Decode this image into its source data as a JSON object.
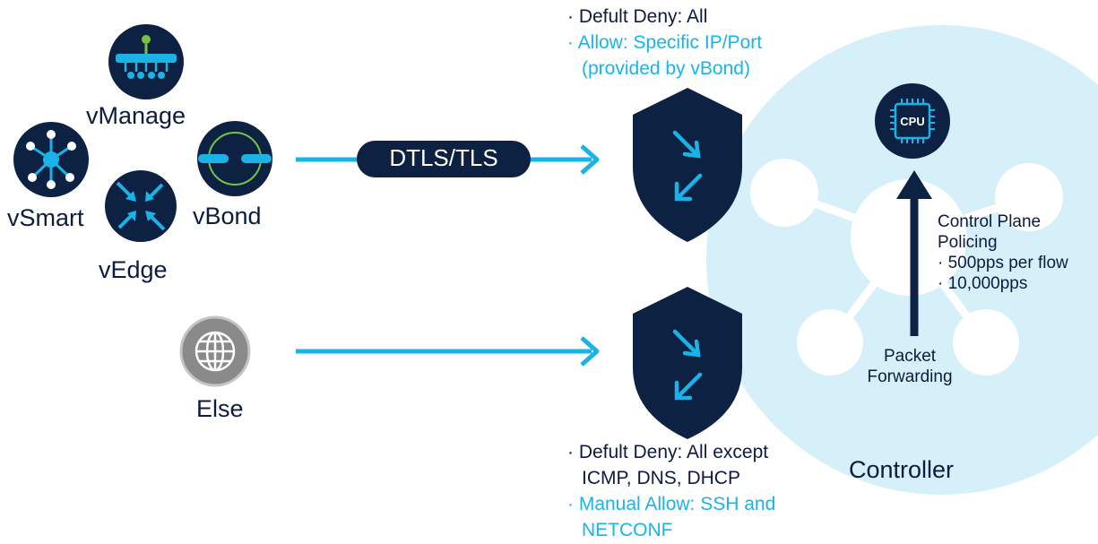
{
  "colors": {
    "navy": "#0d2143",
    "accent": "#1ab3e8",
    "controller_fill": "#d6f0fa",
    "else_icon": "#8a8a8a"
  },
  "nodes": {
    "vmanage": {
      "label": "vManage",
      "icon": "network-switch-icon"
    },
    "vsmart": {
      "label": "vSmart",
      "icon": "hub-nodes-icon"
    },
    "vbond": {
      "label": "vBond",
      "icon": "link-ring-icon"
    },
    "vedge": {
      "label": "vEdge",
      "icon": "router-arrows-icon"
    },
    "else": {
      "label": "Else",
      "icon": "globe-icon"
    }
  },
  "connection": {
    "protocol_label": "DTLS/TLS"
  },
  "top_policy": {
    "line1": "· Defult Deny: All",
    "line2": "· Allow: Specific IP/Port",
    "line3": "(provided by vBond)"
  },
  "bottom_policy": {
    "line1": "· Defult Deny: All except",
    "line2": "ICMP, DNS, DHCP",
    "line3": "· Manual Allow: SSH and",
    "line4": "NETCONF"
  },
  "controller": {
    "label": "Controller",
    "cpu_label": "CPU",
    "control_plane": {
      "title_line1": "Control Plane",
      "title_line2": "Policing",
      "item1": "· 500pps per flow",
      "item2": "· 10,000pps"
    },
    "packet_forwarding": {
      "line1": "Packet",
      "line2": "Forwarding"
    }
  }
}
